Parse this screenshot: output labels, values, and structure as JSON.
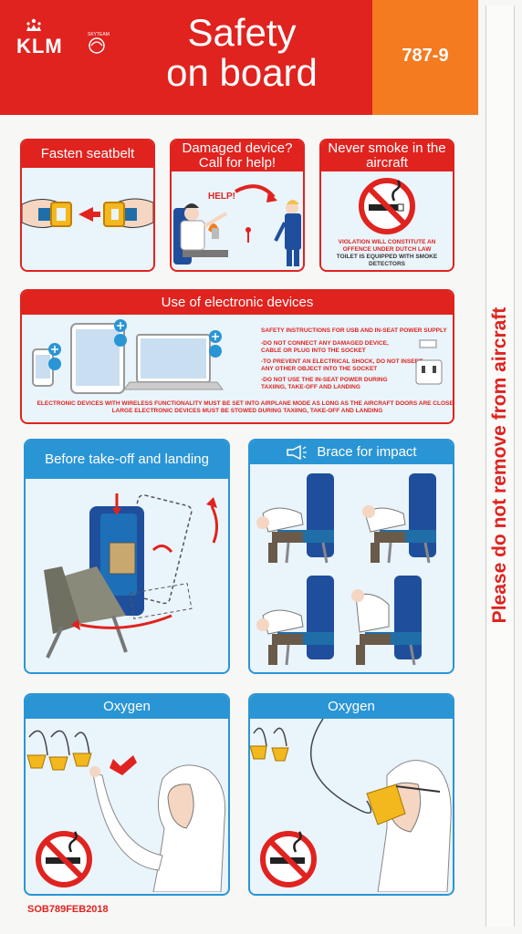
{
  "header": {
    "brand": "KLM",
    "skyteam": "SKYTEAM",
    "title_line1": "Safety",
    "title_line2": "on board",
    "aircraft_model": "787-9"
  },
  "panels": {
    "seatbelt": {
      "title": "Fasten seatbelt"
    },
    "damaged_device": {
      "title": "Damaged device? Call for help!",
      "help_label": "HELP!"
    },
    "no_smoking": {
      "title": "Never smoke in the aircraft",
      "warning_line1": "VIOLATION WILL CONSTITUTE AN OFFENCE UNDER DUTCH LAW",
      "warning_line2": "TOILET IS EQUIPPED WITH SMOKE DETECTORS"
    },
    "electronics": {
      "title": "Use of electronic devices",
      "instructions_title": "SAFETY INSTRUCTIONS FOR USB AND IN-SEAT POWER SUPPLY",
      "instructions": [
        "-DO NOT CONNECT ANY DAMAGED DEVICE, CABLE OR PLUG INTO THE SOCKET",
        "-TO PREVENT AN ELECTRICAL SHOCK, DO NOT INSERT ANY OTHER OBJECT INTO THE SOCKET",
        "-DO NOT USE THE IN-SEAT POWER DURING TAXIING, TAKE-OFF AND LANDING"
      ],
      "footer_line1": "ELECTRONIC DEVICES WITH WIRELESS FUNCTIONALITY MUST BE SET INTO AIRPLANE MODE AS LONG AS THE AIRCRAFT DOORS ARE CLOSED",
      "footer_line2": "LARGE ELECTRONIC DEVICES MUST BE STOWED DURING TAXIING, TAKE-OFF AND LANDING"
    },
    "takeoff": {
      "title": "Before take-off and landing"
    },
    "brace": {
      "title": "Brace for impact"
    },
    "oxygen_left": {
      "title": "Oxygen"
    },
    "oxygen_right": {
      "title": "Oxygen"
    }
  },
  "side_notice": "Please do not remove from aircraft",
  "document_code": "SOB789FEB2018",
  "colors": {
    "klm_red": "#e0231f",
    "orange": "#f47b20",
    "sky_blue": "#2a95d5",
    "seat_blue": "#1f4f9c",
    "mask_yellow": "#f2b81e"
  }
}
